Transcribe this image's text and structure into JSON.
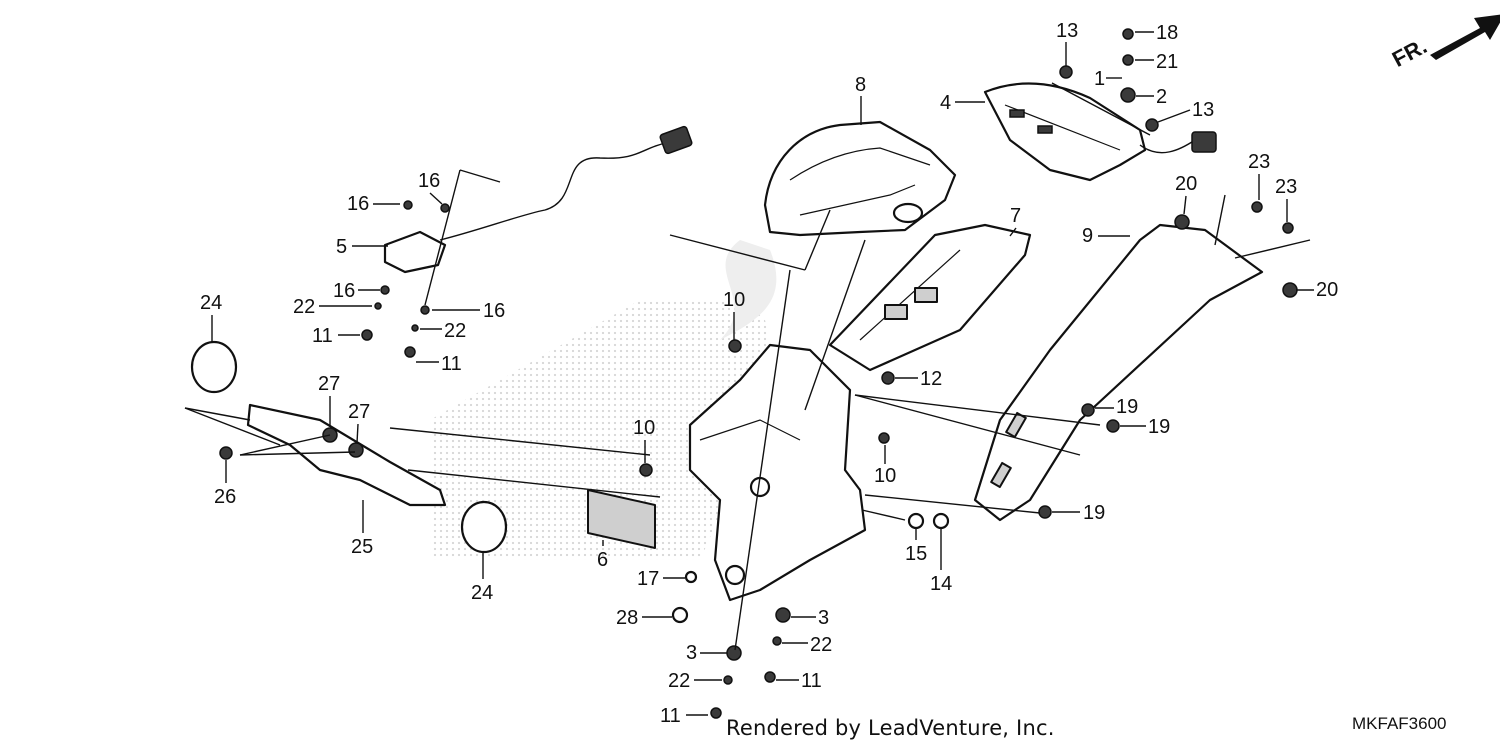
{
  "diagram": {
    "code": "MKFAF3600",
    "credit": "Rendered by LeadVenture, Inc.",
    "front_indicator": "FR.",
    "callouts": [
      {
        "id": "c13a",
        "label": "13"
      },
      {
        "id": "c18",
        "label": "18"
      },
      {
        "id": "c21",
        "label": "21"
      },
      {
        "id": "c1",
        "label": "1"
      },
      {
        "id": "c4",
        "label": "4"
      },
      {
        "id": "c2",
        "label": "2"
      },
      {
        "id": "c13b",
        "label": "13"
      },
      {
        "id": "c8",
        "label": "8"
      },
      {
        "id": "c23a",
        "label": "23"
      },
      {
        "id": "c23b",
        "label": "23"
      },
      {
        "id": "c20a",
        "label": "20"
      },
      {
        "id": "c16a",
        "label": "16"
      },
      {
        "id": "c16b",
        "label": "16"
      },
      {
        "id": "c7",
        "label": "7"
      },
      {
        "id": "c9",
        "label": "9"
      },
      {
        "id": "c5",
        "label": "5"
      },
      {
        "id": "c20b",
        "label": "20"
      },
      {
        "id": "c16c",
        "label": "16"
      },
      {
        "id": "c16d",
        "label": "16"
      },
      {
        "id": "c22a",
        "label": "22"
      },
      {
        "id": "c24a",
        "label": "24"
      },
      {
        "id": "c10a",
        "label": "10"
      },
      {
        "id": "c11a",
        "label": "11"
      },
      {
        "id": "c22b",
        "label": "22"
      },
      {
        "id": "c11b",
        "label": "11"
      },
      {
        "id": "c12",
        "label": "12"
      },
      {
        "id": "c27a",
        "label": "27"
      },
      {
        "id": "c27b",
        "label": "27"
      },
      {
        "id": "c19a",
        "label": "19"
      },
      {
        "id": "c19b",
        "label": "19"
      },
      {
        "id": "c10b",
        "label": "10"
      },
      {
        "id": "c10c",
        "label": "10"
      },
      {
        "id": "c26",
        "label": "26"
      },
      {
        "id": "c19c",
        "label": "19"
      },
      {
        "id": "c25",
        "label": "25"
      },
      {
        "id": "c6",
        "label": "6"
      },
      {
        "id": "c15",
        "label": "15"
      },
      {
        "id": "c14",
        "label": "14"
      },
      {
        "id": "c17",
        "label": "17"
      },
      {
        "id": "c24b",
        "label": "24"
      },
      {
        "id": "c28",
        "label": "28"
      },
      {
        "id": "c3a",
        "label": "3"
      },
      {
        "id": "c22c",
        "label": "22"
      },
      {
        "id": "c3b",
        "label": "3"
      },
      {
        "id": "c22d",
        "label": "22"
      },
      {
        "id": "c11c",
        "label": "11"
      },
      {
        "id": "c11d",
        "label": "11"
      }
    ]
  }
}
